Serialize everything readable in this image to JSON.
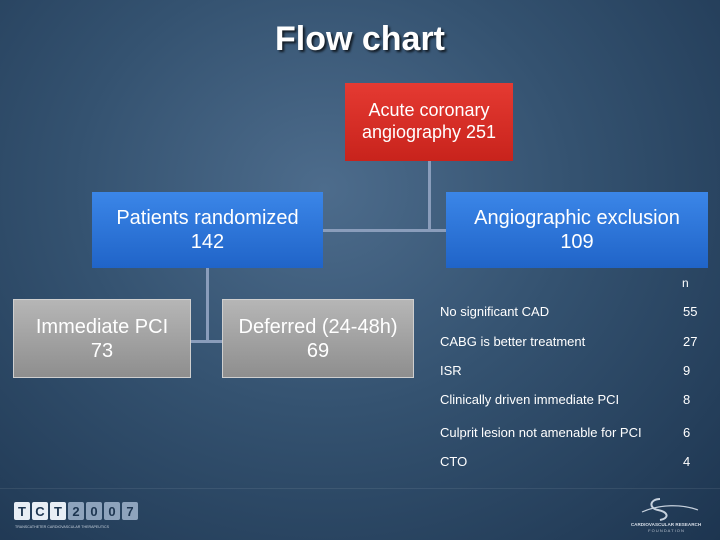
{
  "title": "Flow chart",
  "nodes": {
    "root": "Acute coronary\nangiography 251",
    "randomized": "Patients randomized\n142",
    "exclusion": "Angiographic exclusion\n109",
    "immediate": "Immediate PCI\n73",
    "deferred": "Deferred (24-48h)\n69"
  },
  "exclusion_table": {
    "header": "n",
    "rows": [
      {
        "label": "No significant CAD",
        "value": "55"
      },
      {
        "label": "CABG is better treatment",
        "value": "27"
      },
      {
        "label": "ISR",
        "value": "9"
      },
      {
        "label": "Clinically driven immediate PCI",
        "value": "8"
      },
      {
        "label": "Culprit lesion not amenable for PCI",
        "value": "6"
      },
      {
        "label": "CTO",
        "value": "4"
      }
    ]
  },
  "logos": {
    "left": {
      "letters": [
        "T",
        "C",
        "T",
        "2",
        "0",
        "0",
        "7"
      ],
      "tagline": "TRANSCATHETER CARDIOVASCULAR THERAPEUTICS"
    },
    "right": {
      "line1": "CARDIOVASCULAR RESEARCH",
      "line2": "F O U N D A T I O N"
    }
  },
  "colors": {
    "root_box": "#d52a22",
    "branch_box": "#2e76dc",
    "leaf_box": "#a3a3a3",
    "connector": "#8a9dbb"
  }
}
